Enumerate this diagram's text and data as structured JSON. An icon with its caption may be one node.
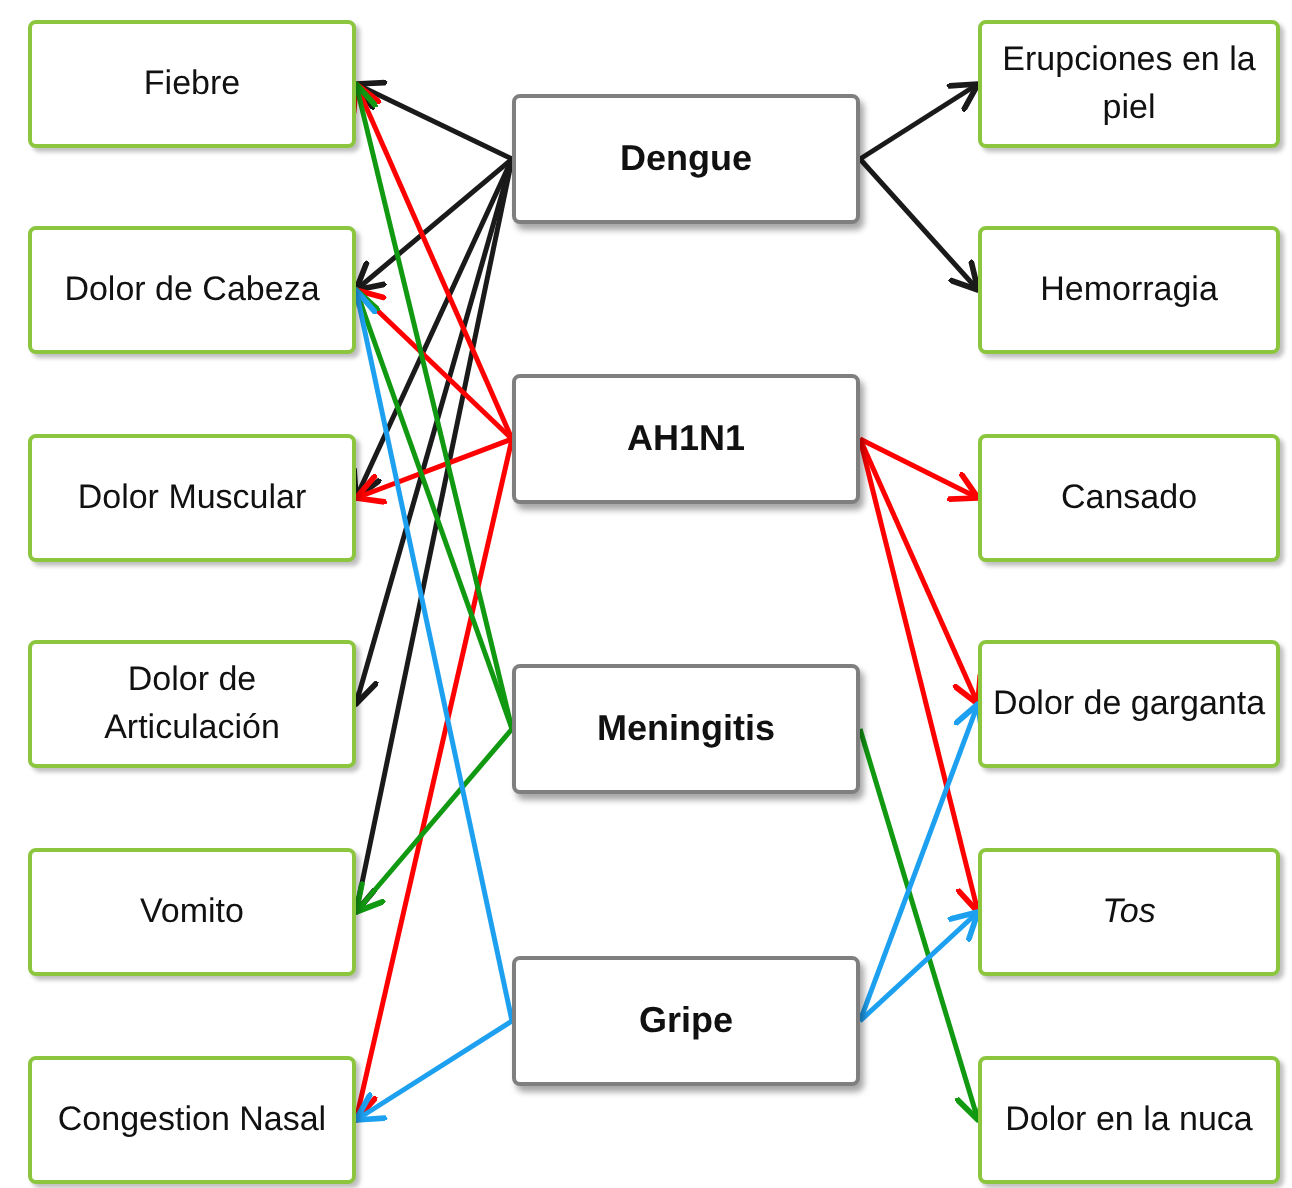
{
  "diagram": {
    "nodes": [
      {
        "text": [
          "Fiebre"
        ]
      },
      {
        "text": [
          "Dolor de Cabeza"
        ]
      },
      {
        "text": [
          "Dolor Muscular"
        ]
      },
      {
        "text": [
          "Dolor de Articulación"
        ]
      },
      {
        "text": [
          "Vomito"
        ]
      },
      {
        "text": [
          "Congestion Nasal"
        ]
      },
      {
        "text": [
          "Dengue"
        ]
      },
      {
        "text": [
          "AH1N1"
        ]
      },
      {
        "text": [
          "Meningitis"
        ]
      },
      {
        "text": [
          "Gripe"
        ]
      },
      {
        "text": [
          "Erupciones en la piel"
        ]
      },
      {
        "text": [
          "Hemorragia"
        ]
      },
      {
        "text": [
          "Cansado"
        ]
      },
      {
        "text": [
          "Dolor de garganta"
        ]
      },
      {
        "text": [
          "Tos"
        ]
      },
      {
        "text": [
          "Dolor en la nuca"
        ]
      }
    ],
    "edges": [
      {
        "from": 6,
        "to": 0,
        "arrow": "to",
        "color": "#1a1a1a"
      },
      {
        "from": 6,
        "to": 1,
        "arrow": "to",
        "color": "#1a1a1a"
      },
      {
        "from": 6,
        "to": 2,
        "arrow": "to",
        "color": "#1a1a1a"
      },
      {
        "from": 6,
        "to": 3,
        "arrow": "to",
        "color": "#1a1a1a"
      },
      {
        "from": 6,
        "to": 4,
        "arrow": "to",
        "color": "#1a1a1a"
      },
      {
        "from": 6,
        "to": 10,
        "arrow": "to",
        "color": "#1a1a1a"
      },
      {
        "from": 6,
        "to": 11,
        "arrow": "to",
        "color": "#1a1a1a"
      },
      {
        "from": 7,
        "to": 0,
        "arrow": "to",
        "color": "#ff0000"
      },
      {
        "from": 7,
        "to": 1,
        "arrow": "to",
        "color": "#ff0000"
      },
      {
        "from": 7,
        "to": 2,
        "arrow": "to",
        "color": "#ff0000"
      },
      {
        "from": 7,
        "to": 5,
        "arrow": "to",
        "color": "#ff0000"
      },
      {
        "from": 7,
        "to": 12,
        "arrow": "to",
        "color": "#ff0000"
      },
      {
        "from": 7,
        "to": 13,
        "arrow": "to",
        "color": "#ff0000"
      },
      {
        "from": 7,
        "to": 14,
        "arrow": "to",
        "color": "#ff0000"
      },
      {
        "from": 8,
        "to": 0,
        "arrow": "to",
        "color": "#119911"
      },
      {
        "from": 8,
        "to": 1,
        "arrow": "to",
        "color": "#119911"
      },
      {
        "from": 8,
        "to": 4,
        "arrow": "to",
        "color": "#119911"
      },
      {
        "from": 8,
        "to": 15,
        "arrow": "to",
        "color": "#119911"
      },
      {
        "from": 9,
        "to": 1,
        "arrow": "to",
        "color": "#1ea0f0"
      },
      {
        "from": 9,
        "to": 5,
        "arrow": "to",
        "color": "#1ea0f0"
      },
      {
        "from": 9,
        "to": 13,
        "arrow": "to",
        "color": "#1ea0f0"
      },
      {
        "from": 9,
        "to": 14,
        "arrow": "to",
        "color": "#1ea0f0"
      }
    ]
  }
}
